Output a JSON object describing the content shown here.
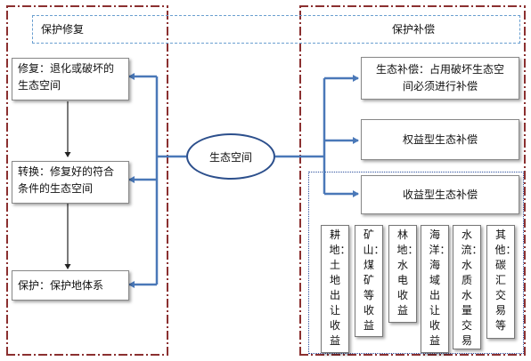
{
  "header": {
    "left_title": "保护修复",
    "right_title": "保护补偿"
  },
  "center": {
    "label": "生态空间"
  },
  "left_boxes": [
    {
      "text": "修复：退化或破坏的生态空间"
    },
    {
      "text": "转换：修复好的符合条件的生态空间"
    },
    {
      "text": "保护：保护地体系"
    }
  ],
  "right_boxes": [
    {
      "text": "生态补偿：占用破坏生态空间必须进行补偿"
    },
    {
      "text": "权益型生态补偿"
    },
    {
      "text": "收益型生态补偿"
    }
  ],
  "revenue_types": [
    {
      "text": "耕地：土地出让收益"
    },
    {
      "text": "矿山：煤矿等收益"
    },
    {
      "text": "林地：水电收益"
    },
    {
      "text": "海洋：海域出让收益"
    },
    {
      "text": "水流：水质水量交易"
    },
    {
      "text": "其他：碳汇交易等"
    }
  ],
  "colors": {
    "arrow_blue": "#4a78b8",
    "panel_border": "#8b3030",
    "header_border": "#6a9fd0"
  }
}
